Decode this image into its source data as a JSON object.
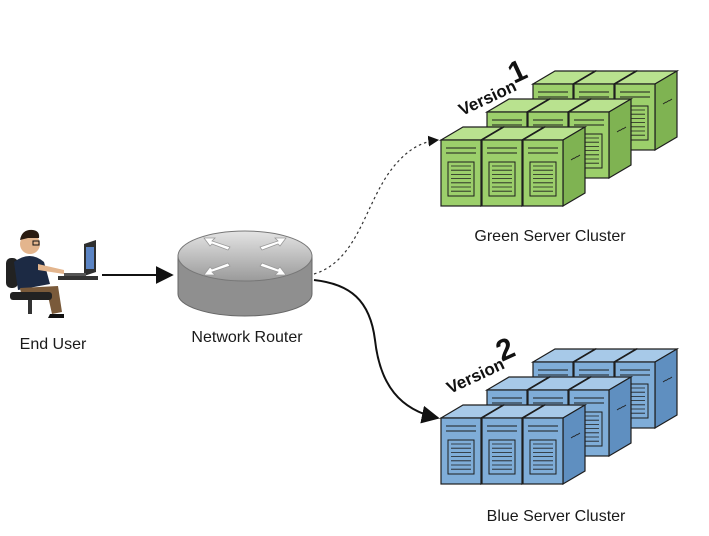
{
  "end_user": {
    "label": "End User"
  },
  "router": {
    "label": "Network Router"
  },
  "clusters": {
    "green": {
      "label": "Green Server Cluster",
      "version_word": "Version",
      "version_number": "1",
      "label_color": "#6e9e45",
      "front_color": "#9ccf6b",
      "side_color": "#7fb352",
      "top_color": "#b9e28f"
    },
    "blue": {
      "label": "Blue Server Cluster",
      "version_word": "Version",
      "version_number": "2",
      "label_color": "#3d6fa8",
      "front_color": "#7fadd8",
      "side_color": "#5f8fc0",
      "top_color": "#a7c9e8"
    }
  },
  "connections": [
    {
      "from": "end_user",
      "to": "router",
      "style": "solid"
    },
    {
      "from": "router",
      "to": "green",
      "style": "dotted"
    },
    {
      "from": "router",
      "to": "blue",
      "style": "solid"
    }
  ]
}
